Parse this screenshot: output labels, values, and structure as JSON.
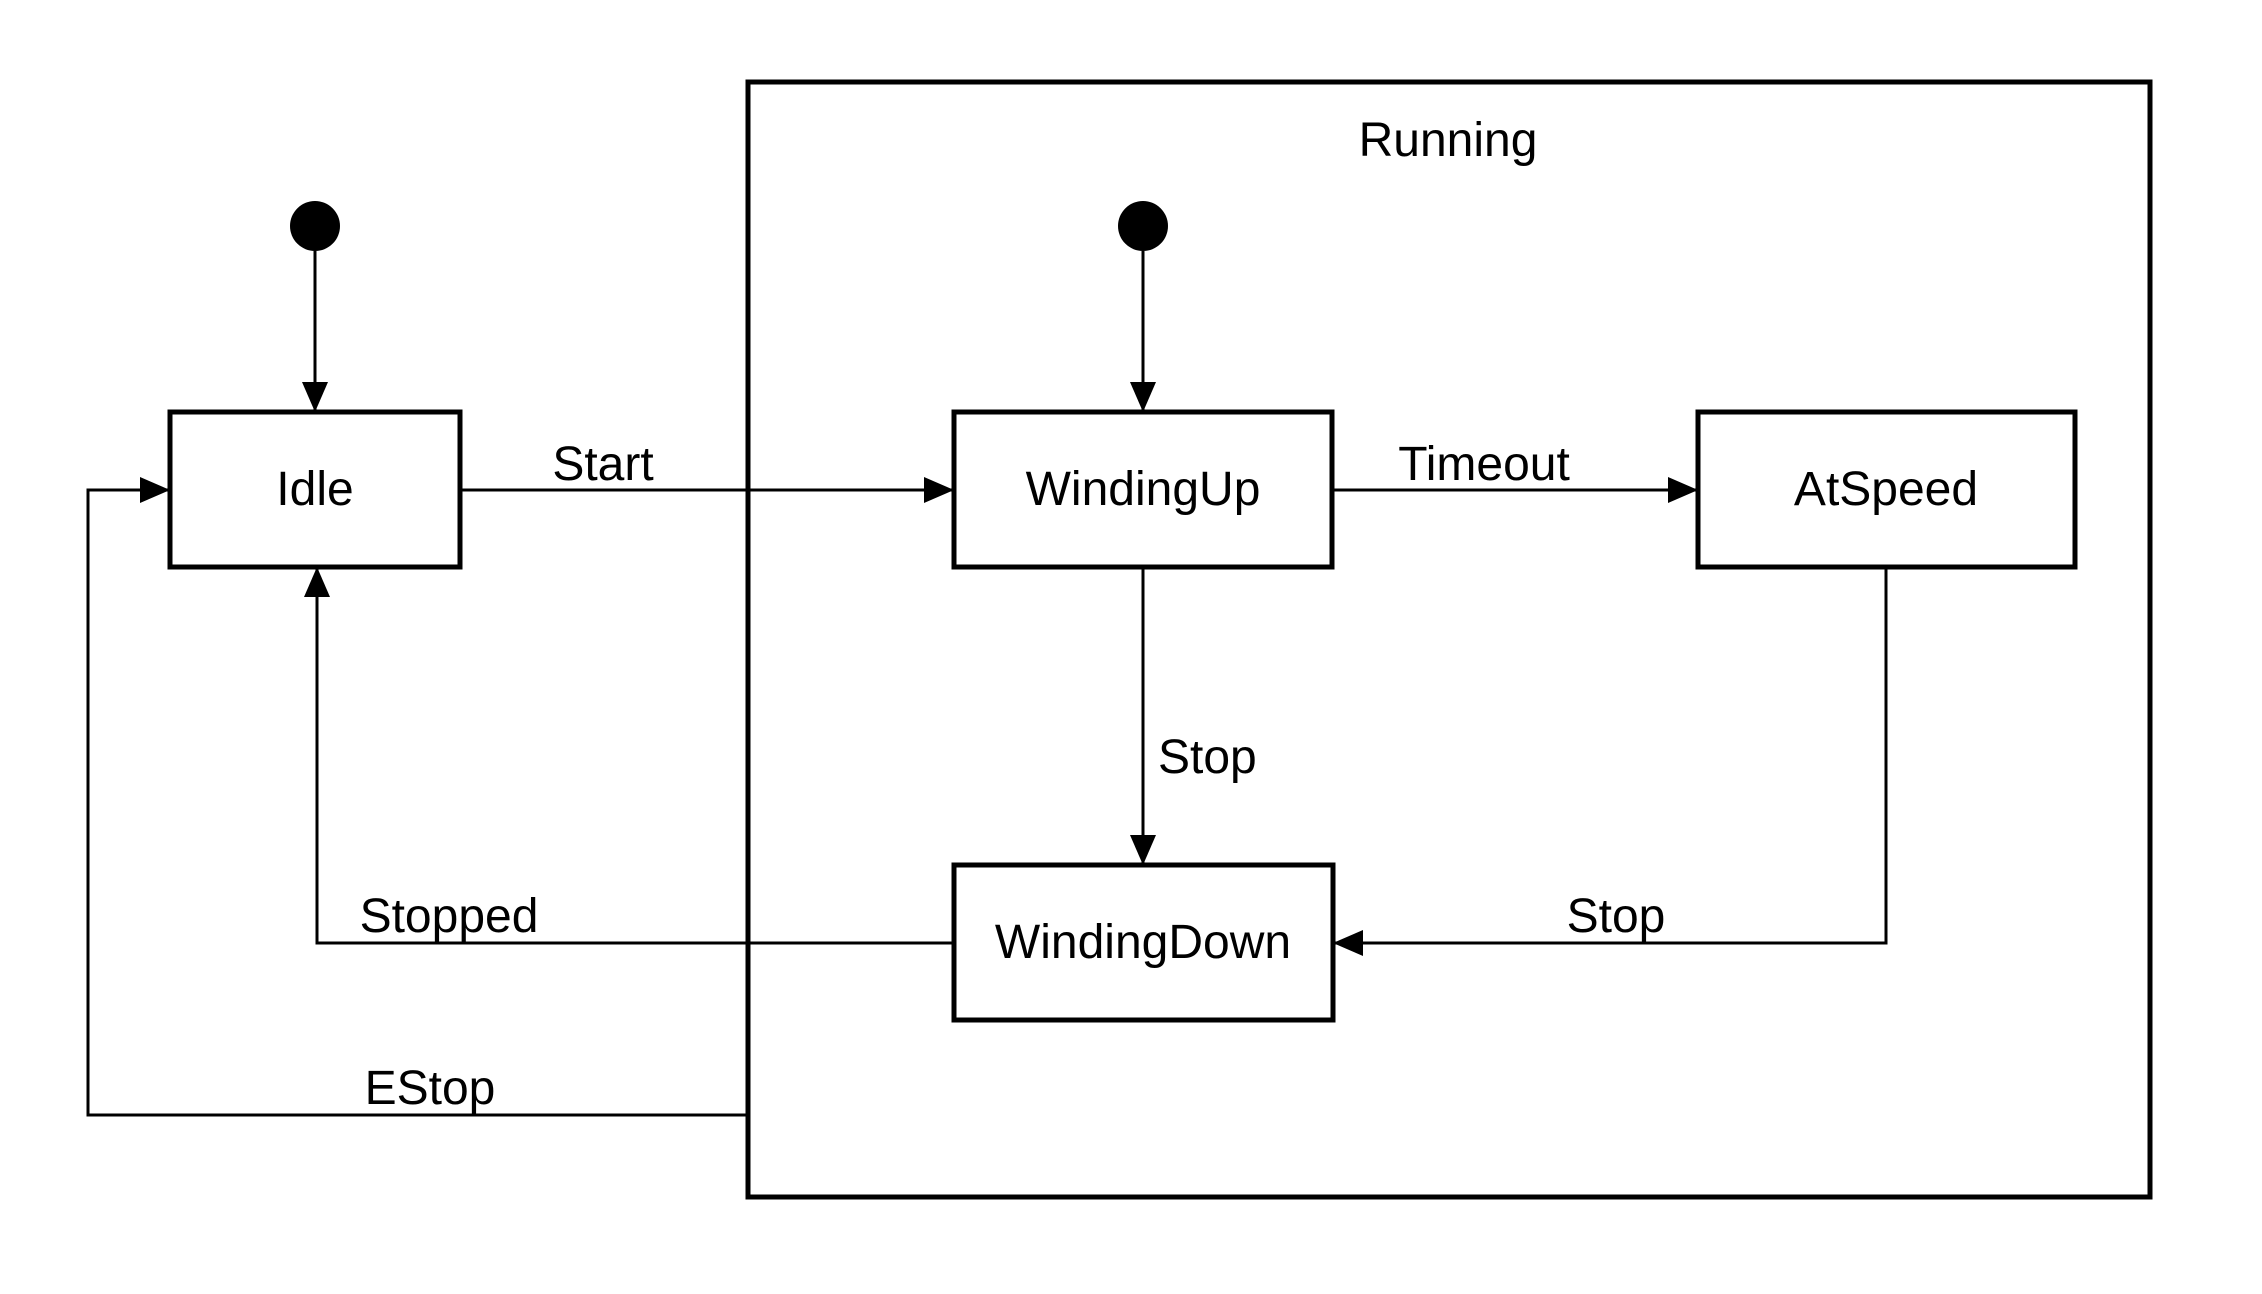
{
  "diagram": {
    "type": "uml-state-machine",
    "background_color": "#ffffff",
    "line_color": "#000000",
    "text_color": "#000000",
    "composite_state": {
      "label": "Running",
      "children": [
        "WindingUp",
        "AtSpeed",
        "WindingDown"
      ]
    },
    "states": {
      "idle": {
        "label": "Idle"
      },
      "windingup": {
        "label": "WindingUp"
      },
      "atspeed": {
        "label": "AtSpeed"
      },
      "windingdown": {
        "label": "WindingDown"
      }
    },
    "initial_markers": [
      {
        "to": "Idle"
      },
      {
        "to": "WindingUp"
      }
    ],
    "transitions": {
      "start": {
        "label": "Start",
        "from": "Idle",
        "to": "WindingUp"
      },
      "timeout": {
        "label": "Timeout",
        "from": "WindingUp",
        "to": "AtSpeed"
      },
      "stop_from_windingup": {
        "label": "Stop",
        "from": "WindingUp",
        "to": "WindingDown"
      },
      "stop_from_atspeed": {
        "label": "Stop",
        "from": "AtSpeed",
        "to": "WindingDown"
      },
      "stopped": {
        "label": "Stopped",
        "from": "WindingDown",
        "to": "Idle"
      },
      "estop": {
        "label": "EStop",
        "from": "Running",
        "to": "Idle"
      }
    }
  }
}
